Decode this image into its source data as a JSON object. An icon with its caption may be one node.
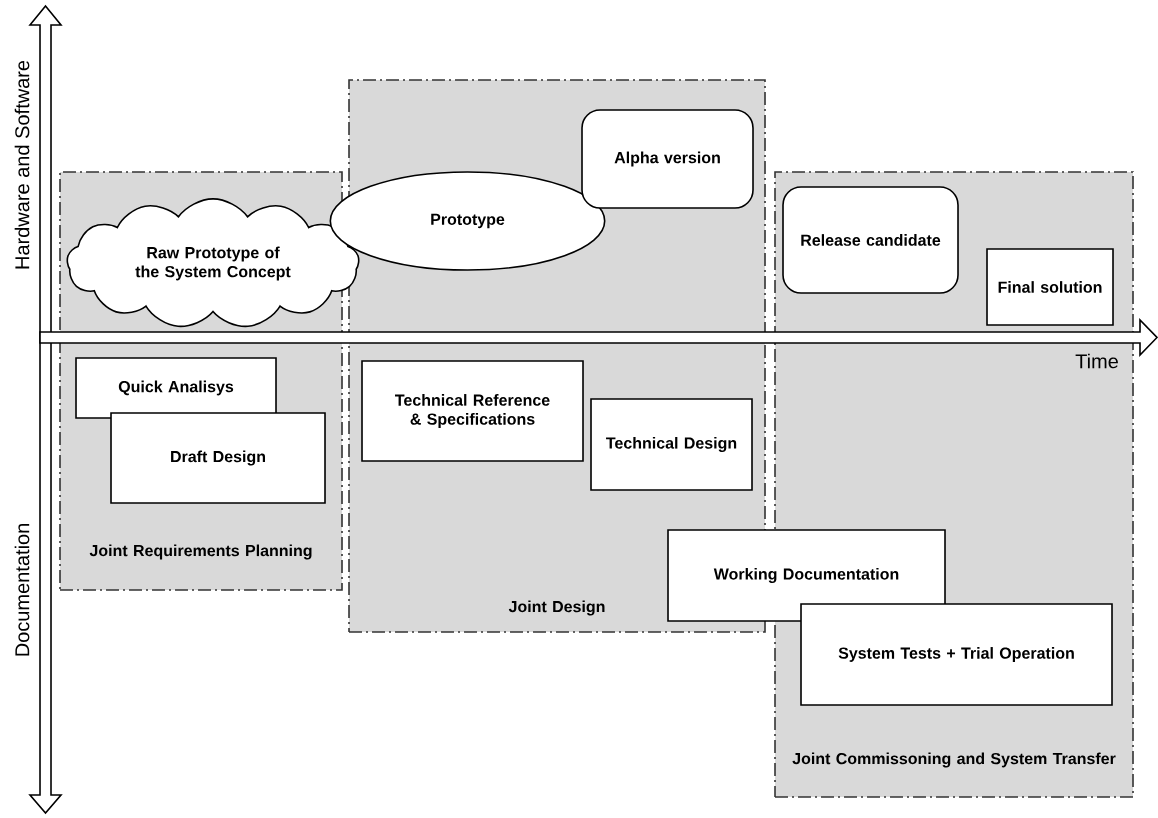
{
  "diagram": {
    "nodes": [
      {
        "text": [
          "Joint Requirements Planning"
        ]
      },
      {
        "text": [
          "Raw Prototype of the System Concept"
        ],
        "in": 0
      },
      {
        "text": [
          "Quick Analisys"
        ],
        "in": 0
      },
      {
        "text": [
          "Draft Design"
        ],
        "in": 0
      },
      {
        "text": [
          "Joint Design"
        ]
      },
      {
        "text": [
          "Prototype"
        ],
        "in": 4
      },
      {
        "text": [
          "Alpha version"
        ],
        "in": 4
      },
      {
        "text": [
          "Technical Reference & Specifications"
        ],
        "in": 4
      },
      {
        "text": [
          "Technical Design"
        ],
        "in": 4
      },
      {
        "text": [
          "Working Documentation"
        ]
      },
      {
        "text": [
          "Joint Commissoning and System Transfer"
        ]
      },
      {
        "text": [
          "Release candidate"
        ],
        "in": 10
      },
      {
        "text": [
          "Final solution"
        ],
        "in": 10
      },
      {
        "text": [
          "System Tests + Trial Operation"
        ],
        "in": 10
      }
    ],
    "labels": [
      "Hardware and Software",
      "Documentation",
      "Time"
    ]
  }
}
